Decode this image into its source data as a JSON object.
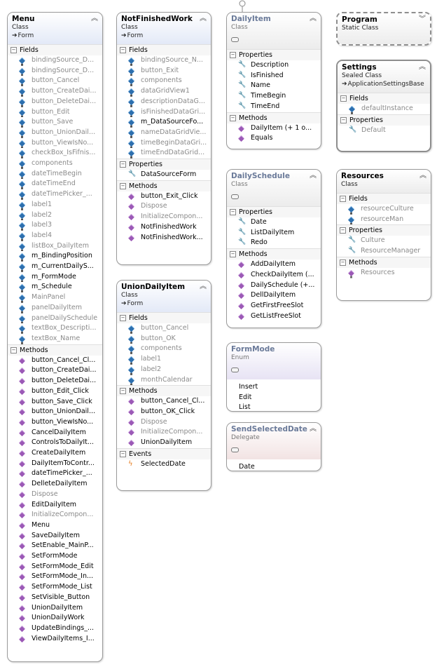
{
  "boxes": {
    "menu": {
      "title": "Menu",
      "kind": "Class",
      "base": "Form",
      "fields_label": "Fields",
      "fields": [
        "bindingSource_D...",
        "bindingSource_D...",
        "button_Cancel",
        "button_CreateDai...",
        "button_DeleteDai...",
        "button_Edit",
        "button_Save",
        "button_UnionDail...",
        "button_ViewIsNo...",
        "checkBox_IsFifnis...",
        "components",
        "dateTimeBegin",
        "dateTimeEnd",
        "dateTimePicker_...",
        "label1",
        "label2",
        "label3",
        "label4",
        "listBox_DailyItem",
        "m_BindingPosition",
        "m_CurrentDailyS...",
        "m_FormMode",
        "m_Schedule",
        "MainPanel",
        "panelDailyItem",
        "panelDailySchedule",
        "textBox_Descripti...",
        "textBox_Name"
      ],
      "methods_label": "Methods",
      "methods": [
        "button_Cancel_Cl...",
        "button_CreateDai...",
        "button_DeleteDai...",
        "button_Edit_Click",
        "button_Save_Click",
        "button_UnionDail...",
        "button_ViewIsNo...",
        "CancelDailyItem",
        "ControlsToDailyIt...",
        "CreateDailyItem",
        "DailyItemToContr...",
        "dateTimePicker_...",
        "DelleteDailyItem",
        "Dispose",
        "EditDailyItem",
        "InitializeCompon...",
        "Menu",
        "SaveDailyItem",
        "SetEnable_MainP...",
        "SetFormMode",
        "SetFormMode_Edit",
        "SetFormMode_In...",
        "SetFormMode_List",
        "SetVisible_Button",
        "UnionDailyItem",
        "UnionDailyWork",
        "UpdateBindings_...",
        "ViewDailyItems_I..."
      ]
    },
    "notfinished": {
      "title": "NotFinishedWork",
      "kind": "Class",
      "base": "Form",
      "fields_label": "Fields",
      "fields": [
        "bindingSource_N...",
        "button_Exit",
        "components",
        "dataGridView1",
        "descriptionDataG...",
        "isFinishedDataGri...",
        "m_DataSourceFo...",
        "nameDataGridVie...",
        "timeBeginDataGri...",
        "timeEndDataGrid..."
      ],
      "properties_label": "Properties",
      "properties": [
        "DataSourceForm"
      ],
      "methods_label": "Methods",
      "methods": [
        "button_Exit_Click",
        "Dispose",
        "InitializeCompon...",
        "NotFinishedWork",
        "NotFinishedWork..."
      ]
    },
    "union": {
      "title": "UnionDailyItem",
      "kind": "Class",
      "base": "Form",
      "fields_label": "Fields",
      "fields": [
        "button_Cancel",
        "button_OK",
        "components",
        "label1",
        "label2",
        "monthCalendar"
      ],
      "methods_label": "Methods",
      "methods": [
        "button_Cancel_Cl...",
        "button_OK_Click",
        "Dispose",
        "InitializeCompon...",
        "UnionDailyItem"
      ],
      "events_label": "Events",
      "events": [
        "SelectedDate"
      ]
    },
    "dailyitem": {
      "title": "DailyItem",
      "kind": "Class",
      "properties_label": "Properties",
      "properties": [
        "Description",
        "IsFinished",
        "Name",
        "TimeBegin",
        "TimeEnd"
      ],
      "methods_label": "Methods",
      "methods": [
        "DailyItem (+ 1 o...",
        "Equals"
      ]
    },
    "dailyschedule": {
      "title": "DailySchedule",
      "kind": "Class",
      "properties_label": "Properties",
      "properties": [
        "Date",
        "ListDailyItem",
        "Redo"
      ],
      "methods_label": "Methods",
      "methods": [
        "AddDailyItem",
        "CheckDailyItem (...",
        "DailySchedule (+...",
        "DellDailyItem",
        "GetFirstFreeSlot",
        "GetListFreeSlot"
      ]
    },
    "formmode": {
      "title": "FormMode",
      "kind": "Enum",
      "values": [
        "Insert",
        "Edit",
        "List"
      ]
    },
    "sendselected": {
      "title": "SendSelectedDate",
      "kind": "Delegate",
      "values": [
        "Date"
      ]
    },
    "program": {
      "title": "Program",
      "kind": "Static Class"
    },
    "settings": {
      "title": "Settings",
      "kind": "Sealed Class",
      "base": "ApplicationSettingsBase",
      "fields_label": "Fields",
      "fields": [
        "defaultInstance"
      ],
      "properties_label": "Properties",
      "properties": [
        "Default"
      ]
    },
    "resources": {
      "title": "Resources",
      "kind": "Class",
      "fields_label": "Fields",
      "fields": [
        "resourceCulture",
        "resourceMan"
      ],
      "properties_label": "Properties",
      "properties": [
        "Culture",
        "ResourceManager"
      ],
      "methods_label": "Methods",
      "methods": [
        "Resources"
      ]
    }
  },
  "icons": {
    "collapse_up": "double-chevron-up-icon",
    "collapse_down": "double-chevron-down-icon",
    "field": "field-icon",
    "method": "method-icon",
    "property": "property-wrench-icon",
    "event": "event-lightning-icon",
    "inherit_arrow": "inheritance-arrow-icon"
  },
  "colors": {
    "class_header": "#e3e9f7",
    "enum_header": "#e7e3f4",
    "delegate_header": "#f2e3e3",
    "field_icon": "#2d6fae",
    "method_icon": "#9b59b6"
  }
}
